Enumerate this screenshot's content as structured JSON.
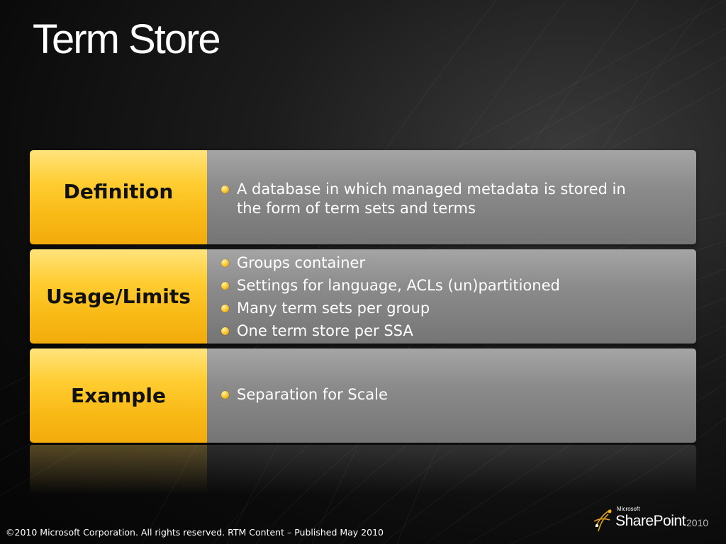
{
  "slide": {
    "title": "Term Store",
    "rows": [
      {
        "label": "Definition",
        "bullets": [
          "A database in which managed metadata is stored in the form of term sets and terms"
        ]
      },
      {
        "label": "Usage/Limits",
        "bullets": [
          "Groups container",
          "Settings for language, ACLs (un)partitioned",
          "Many term sets per group",
          "One term store per SSA"
        ]
      },
      {
        "label": "Example",
        "bullets": [
          "Separation for Scale"
        ]
      }
    ],
    "footer": "©2010 Microsoft Corporation. All rights reserved. RTM Content – Published May 2010",
    "logo": {
      "brand_small": "Microsoft",
      "product": "SharePoint",
      "year": "2010"
    }
  },
  "colors": {
    "label_accent": "#f8b915",
    "content_panel": "#8b8b8b",
    "background": "#0a0a0a",
    "title_text": "#ffffff"
  }
}
